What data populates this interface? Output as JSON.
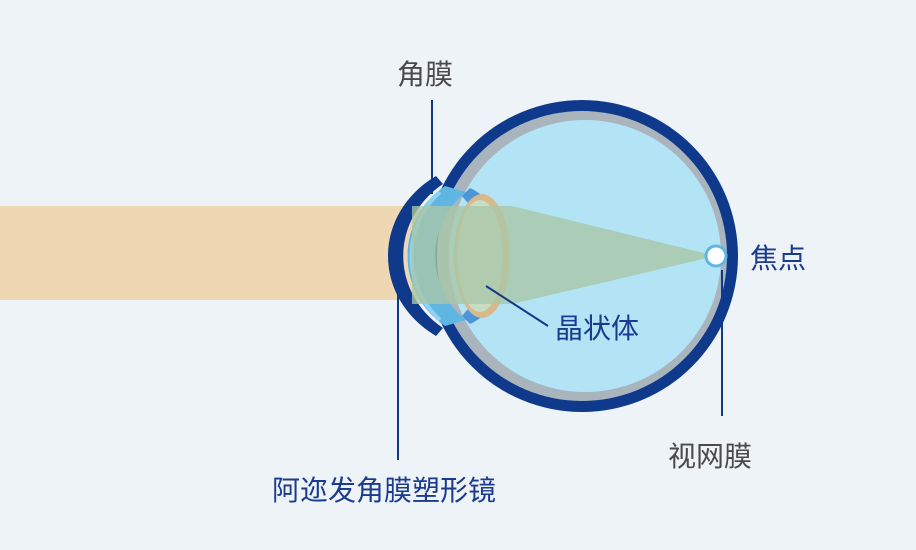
{
  "labels": {
    "cornea": "角膜",
    "focus": "焦点",
    "lens": "晶状体",
    "retina": "视网膜",
    "ortho_k_lens": "阿迩发角膜塑形镜"
  },
  "colors": {
    "background": "#eef3f7",
    "light_beam": "#efd7b3",
    "eye_outer": "#0f3a8c",
    "eye_inner": "#b2e4f6",
    "focus_beam": "#a9c7a6",
    "label_gray": "#4a4a4a",
    "label_blue": "#1a3b8f"
  }
}
